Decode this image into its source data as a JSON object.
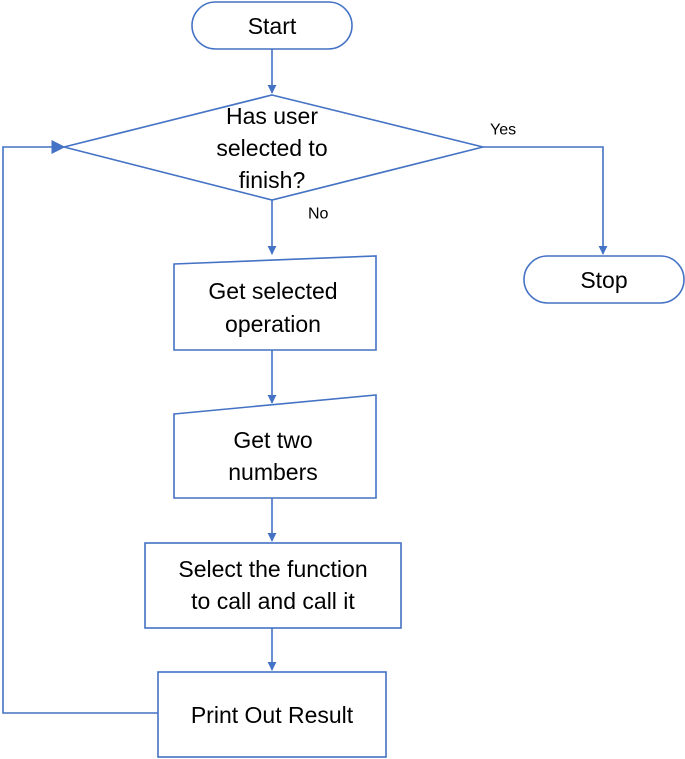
{
  "colors": {
    "stroke": "#4472C4",
    "text": "#000000",
    "background": "#ffffff"
  },
  "nodes": {
    "start": {
      "label": "Start"
    },
    "decision": {
      "lines": [
        "Has user",
        "selected to",
        "finish?"
      ]
    },
    "stop": {
      "label": "Stop"
    },
    "get_operation": {
      "lines": [
        "Get selected",
        "operation"
      ]
    },
    "get_numbers": {
      "lines": [
        "Get two",
        "numbers"
      ]
    },
    "select_function": {
      "lines": [
        "Select the function",
        "to call and call it"
      ]
    },
    "print_result": {
      "label": "Print Out Result"
    }
  },
  "edges": {
    "yes_label": "Yes",
    "no_label": "No"
  }
}
